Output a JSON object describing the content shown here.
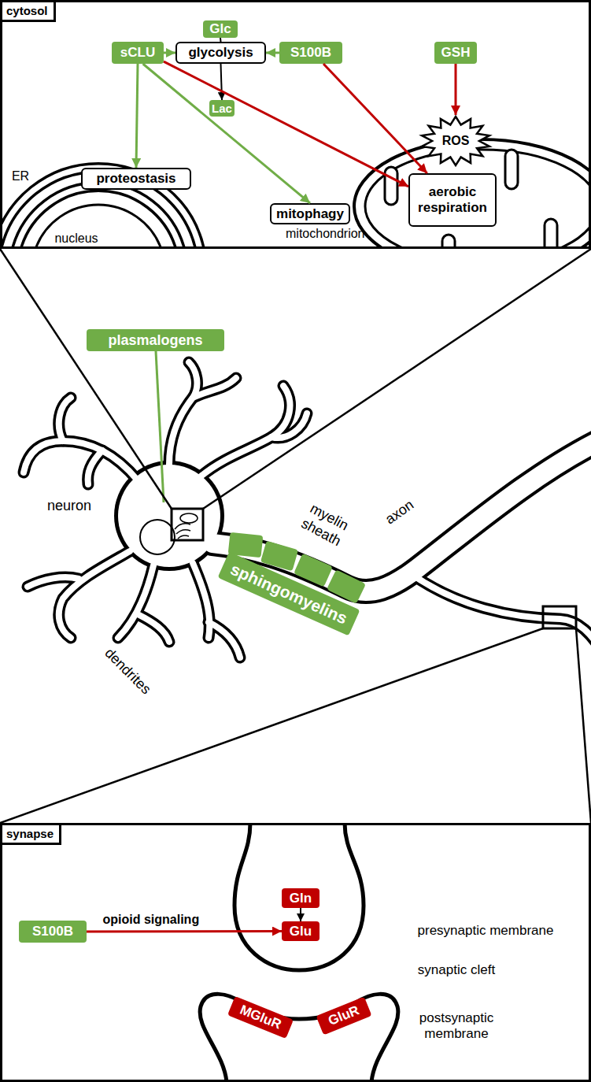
{
  "diagram": {
    "nodes": [
      {
        "text": [
          "cytosol"
        ]
      },
      {
        "text": [
          "Glc"
        ],
        "in": 0
      },
      {
        "text": [
          "sCLU"
        ],
        "in": 0
      },
      {
        "text": [
          "glycolysis"
        ],
        "in": 0
      },
      {
        "text": [
          "S100B"
        ],
        "in": 0
      },
      {
        "text": [
          "GSH"
        ],
        "in": 0
      },
      {
        "text": [
          "Lac"
        ],
        "in": 0
      },
      {
        "text": [
          "ROS"
        ],
        "in": 0
      },
      {
        "text": [
          "proteostasis"
        ],
        "in": 0
      },
      {
        "text": [
          "mitophagy"
        ],
        "in": 0
      },
      {
        "text": [
          "mitochondrion"
        ],
        "in": 0
      },
      {
        "text": [
          "aerobic respiration"
        ],
        "in": 10
      },
      {
        "text": [
          "plasmalogens"
        ]
      },
      {
        "text": [
          "sphingomyelins"
        ]
      },
      {
        "text": [
          "synapse"
        ]
      },
      {
        "text": [
          "S100B"
        ],
        "in": 14
      },
      {
        "text": [
          "Gln"
        ],
        "in": 14
      },
      {
        "text": [
          "Glu"
        ],
        "in": 14
      },
      {
        "text": [
          "MGluR"
        ],
        "in": 14
      },
      {
        "text": [
          "GluR"
        ],
        "in": 14
      }
    ],
    "edges": [
      {
        "from": 2,
        "to": 3,
        "arrow": "to"
      },
      {
        "from": 4,
        "to": 3,
        "arrow": "to"
      },
      {
        "from": 1,
        "to": 3,
        "arrow": "none"
      },
      {
        "from": 3,
        "to": 6,
        "arrow": "to"
      },
      {
        "from": 2,
        "to": 8,
        "arrow": "to"
      },
      {
        "from": 2,
        "to": 9,
        "arrow": "to"
      },
      {
        "from": 2,
        "to": 11,
        "arrow": "to"
      },
      {
        "from": 4,
        "to": 11,
        "arrow": "to"
      },
      {
        "from": 5,
        "to": 7,
        "arrow": "to"
      },
      {
        "from": 16,
        "to": 17,
        "arrow": "to"
      },
      {
        "from": 15,
        "to": 17,
        "label": "opioid signaling",
        "arrow": "to"
      }
    ],
    "labels": [
      "ER",
      "nucleus",
      "neuron",
      "myelin sheath",
      "axon",
      "dendrites",
      "presynaptic membrane",
      "synaptic cleft",
      "postsynaptic membrane"
    ]
  }
}
